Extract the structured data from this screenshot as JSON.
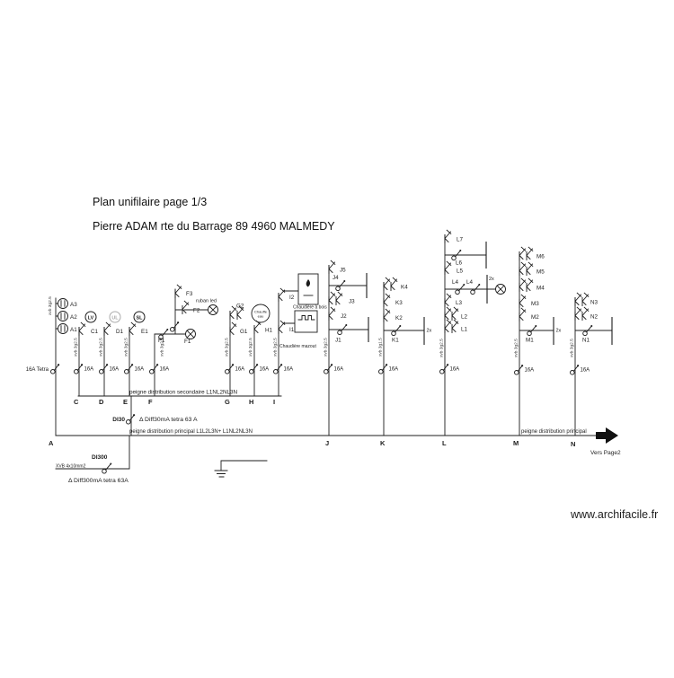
{
  "page": {
    "title": "Plan unifilaire  page 1/3",
    "subtitle": "Pierre ADAM rte du Barrage 89 4960 MALMEDY",
    "watermark": "www.archifacile.fr",
    "next_page": "Vers Page2"
  },
  "buses": {
    "secondary_label": "peigne distribution secondaire  L1NL2NL3N",
    "principal_label": "peigne distribution principal L1L2L3N+ L1NL2NL3N",
    "principal_label_right": "peigne distribution principal"
  },
  "protections": {
    "di30": {
      "name": "DI30",
      "desc": "Δ Diff30mA tetra 63 A"
    },
    "di300": {
      "name": "DI300",
      "desc": "Δ Diff300mA tetra 63A",
      "cable": "XVB 4x10mm2"
    }
  },
  "circuits": {
    "A": {
      "letter": "A",
      "cable": "xvb 3g2.5",
      "switch": "16A Tetra",
      "sockets": [
        "A3",
        "A2",
        "A1"
      ]
    },
    "C": {
      "letter": "C",
      "cable": "xvb 3g2.5",
      "amp": "16A",
      "app": "LV",
      "d1": "C1"
    },
    "D": {
      "letter": "D",
      "cable": "xvb 3g2.5",
      "amp": "16A",
      "app": "UL",
      "d1": "D1"
    },
    "E": {
      "letter": "E",
      "cable": "xvb 3g2.5",
      "amp": "16A",
      "app": "SL",
      "d1": "E1"
    },
    "F": {
      "letter": "F",
      "cable": "xvb 3g2.5",
      "amp": "16A",
      "d1": "F1",
      "d2": "F2",
      "d3": "F3",
      "note": "ruban led"
    },
    "G": {
      "letter": "G",
      "cable": "xvb 3g2.5",
      "amp": "16A",
      "d1": "G1",
      "d2": "G2"
    },
    "H": {
      "letter": "H",
      "cable": "xvb 3g2.5",
      "amp": "16A",
      "d1": "H1",
      "app1": "Chauffe",
      "app2": "eau"
    },
    "I": {
      "letter": "I",
      "cable": "xvb 3g2.5",
      "amp": "16A",
      "d1": "I1",
      "d2": "I2",
      "box1": "Chaudière mazout",
      "box2": "Chaudière à bois"
    },
    "J": {
      "letter": "J",
      "cable": "xvb 3g2.5",
      "amp": "16A",
      "d1": "J1",
      "d2": "J2",
      "d3": "J3",
      "d4": "J4",
      "d5": "J5"
    },
    "K": {
      "letter": "K",
      "cable": "xvb 3g1.5",
      "amp": "16A",
      "d1": "K1",
      "d2": "K2",
      "d3": "K3",
      "d4": "K4",
      "mult": "2x"
    },
    "L": {
      "letter": "L",
      "cable": "xvb 3g2.5",
      "amp": "16A",
      "d1": "L1",
      "d2": "L2",
      "d3": "L3",
      "d4": "L4",
      "d5": "L5",
      "d6": "L6",
      "d7": "L7",
      "mult": "2x"
    },
    "M": {
      "letter": "M",
      "cable": "xvb 3g2.5",
      "amp": "16A",
      "d1": "M1",
      "d2": "M2",
      "d3": "M3",
      "d4": "M4",
      "d5": "M5",
      "d6": "M6",
      "mult": "2x"
    },
    "N": {
      "letter": "N",
      "cable": "xvb 3g2.5",
      "amp": "16A",
      "d1": "N1",
      "d2": "N2",
      "d3": "N3"
    }
  }
}
